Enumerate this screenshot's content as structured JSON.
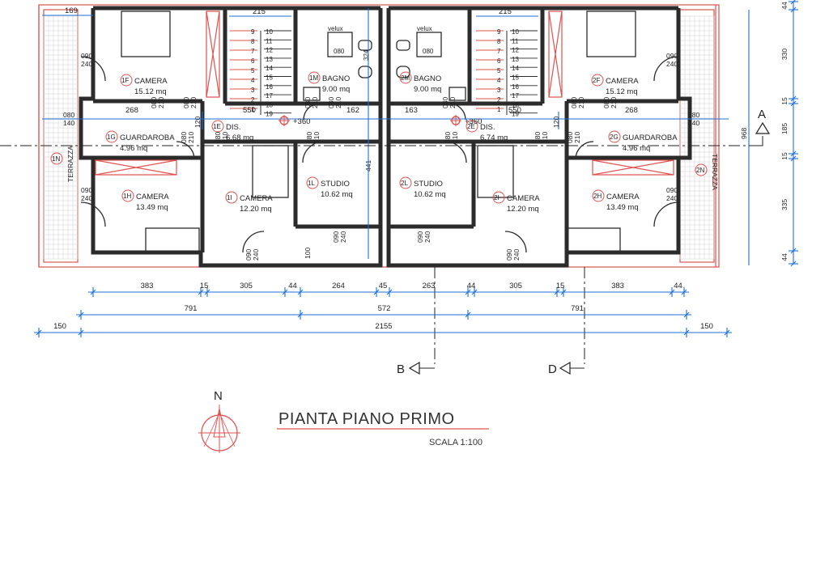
{
  "drawing": {
    "title": "PIANTA PIANO PRIMO",
    "scale": "SCALA 1:100",
    "north": "N",
    "sections": {
      "a": "A",
      "b": "B",
      "d": "D"
    }
  },
  "rooms": [
    {
      "id": "1F",
      "name": "CAMERA",
      "area": "15.12 mq"
    },
    {
      "id": "1G",
      "name": "GUARDAROBA",
      "area": "4.96 mq"
    },
    {
      "id": "1H",
      "name": "CAMERA",
      "area": "13.49 mq"
    },
    {
      "id": "1E",
      "name": "DIS.",
      "area": "6.68 mq"
    },
    {
      "id": "1I",
      "name": "CAMERA",
      "area": "12.20 mq"
    },
    {
      "id": "1M",
      "name": "BAGNO",
      "area": "9.00 mq"
    },
    {
      "id": "1L",
      "name": "STUDIO",
      "area": "10.62 mq"
    },
    {
      "id": "2L",
      "name": "STUDIO",
      "area": "10.62 mq"
    },
    {
      "id": "2M",
      "name": "BAGNO",
      "area": "9.00 mq"
    },
    {
      "id": "2E",
      "name": "DIS.",
      "area": "6.74 mq"
    },
    {
      "id": "2I",
      "name": "CAMERA",
      "area": "12.20 mq"
    },
    {
      "id": "2F",
      "name": "CAMERA",
      "area": "15.12 mq"
    },
    {
      "id": "2G",
      "name": "GUARDAROBA",
      "area": "4.96 mq"
    },
    {
      "id": "2H",
      "name": "CAMERA",
      "area": "13.49 mq"
    },
    {
      "id": "1N",
      "name": "TERRAZZA"
    },
    {
      "id": "2N",
      "name": "TERRAZZA"
    }
  ],
  "levels": {
    "left": "+360",
    "right": "+360"
  },
  "velux": "velux",
  "doors": {
    "d090_240": [
      "090",
      "240"
    ],
    "d080_210": [
      "080",
      "210"
    ],
    "d080_140": [
      "080",
      "140"
    ],
    "d100": "100"
  },
  "inner_dims": {
    "d169": "169",
    "d215": "215",
    "d268": "268",
    "d550": "550",
    "d162": "162",
    "d163": "163",
    "d120": "120",
    "d441": "441",
    "d968": "968",
    "d324": "324",
    "d080": "080"
  },
  "dims_row1": [
    "383",
    "15",
    "305",
    "44",
    "264",
    "45",
    "263",
    "44",
    "305",
    "15",
    "383",
    "44"
  ],
  "dims_row2": [
    "791",
    "572",
    "791"
  ],
  "dims_row3": [
    "150",
    "2155",
    "150"
  ],
  "dims_vertical": [
    "44",
    "330",
    "15",
    "185",
    "15",
    "335",
    "44"
  ],
  "stairs": [
    "1",
    "2",
    "3",
    "4",
    "5",
    "6",
    "7",
    "8",
    "9",
    "10",
    "11",
    "12",
    "13",
    "14",
    "15",
    "16",
    "17",
    "18",
    "19"
  ]
}
